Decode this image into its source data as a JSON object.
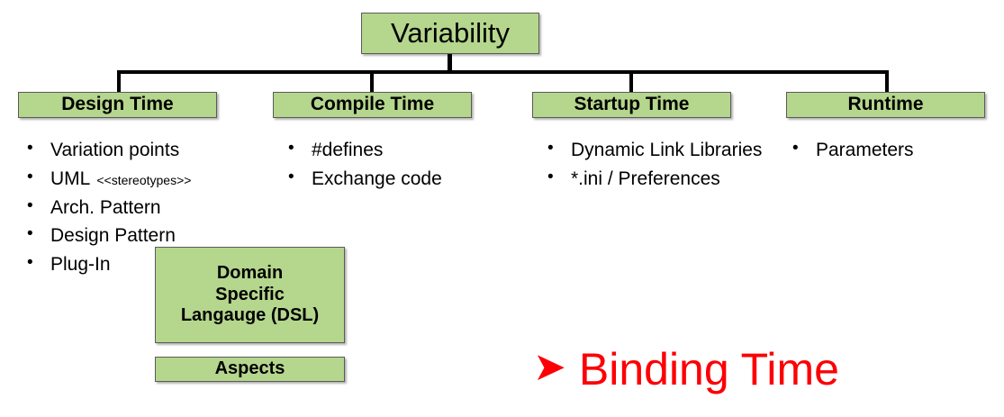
{
  "diagram": {
    "root": {
      "label": "Variability"
    },
    "columns": [
      {
        "header": "Design Time",
        "items": [
          {
            "text": "Variation points"
          },
          {
            "text": "UML",
            "note": "<<stereotypes>>"
          },
          {
            "text": "Arch. Pattern"
          },
          {
            "text": "Design Pattern"
          },
          {
            "text": "Plug-In"
          }
        ]
      },
      {
        "header": "Compile Time",
        "items": [
          {
            "text": "#defines"
          },
          {
            "text": "Exchange code"
          }
        ]
      },
      {
        "header": "Startup Time",
        "items": [
          {
            "text": "Dynamic Link Libraries"
          },
          {
            "text": "*.ini / Preferences"
          }
        ]
      },
      {
        "header": "Runtime",
        "items": [
          {
            "text": "Parameters"
          }
        ]
      }
    ],
    "extra_boxes": [
      {
        "name": "dsl",
        "lines": [
          "Domain",
          "Specific",
          "Langauge (DSL)"
        ]
      },
      {
        "name": "aspects",
        "lines": [
          "Aspects"
        ]
      }
    ],
    "callout": {
      "arrow": "arrow-right-icon",
      "arrow_glyph": "➤",
      "label": "Binding Time",
      "color": "#fc0006"
    },
    "colors": {
      "box_fill": "#b5d68d",
      "box_border": "#5a5a5a",
      "connector": "#000000",
      "text": "#000000",
      "callout": "#fc0006"
    }
  }
}
